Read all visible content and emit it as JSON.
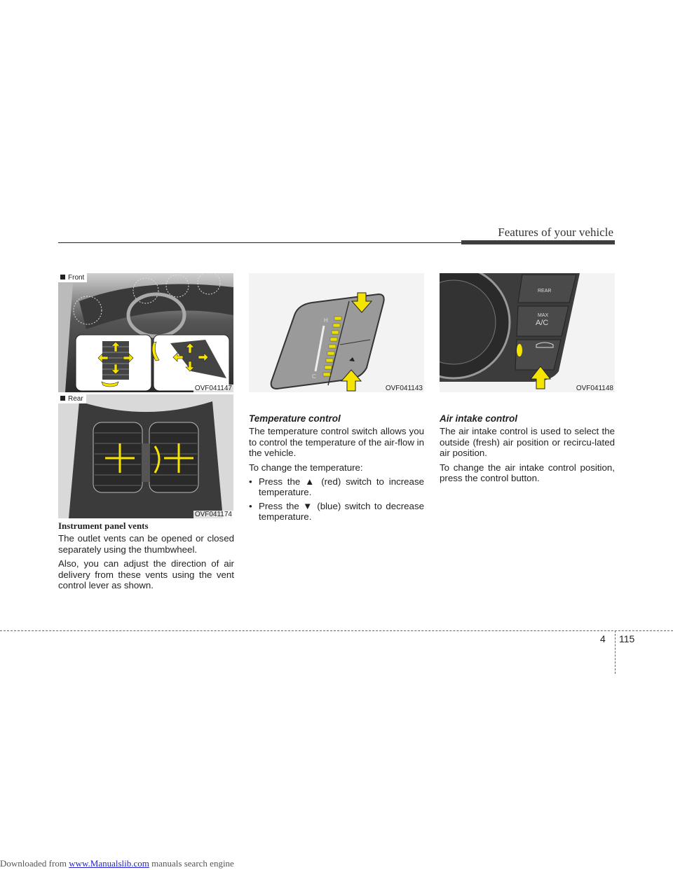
{
  "header": {
    "section_title": "Features of your vehicle"
  },
  "figures": {
    "front": {
      "tag": "Front",
      "code": "OVF041147"
    },
    "rear": {
      "tag": "Rear",
      "code": "OVF041174"
    },
    "temp": {
      "code": "OVF041143",
      "scale_top": "H",
      "scale_bottom": "C"
    },
    "intake": {
      "code": "OVF041148",
      "btn_rear": "REAR",
      "btn_max": "MAX",
      "btn_ac": "A/C"
    }
  },
  "col1": {
    "heading": "Instrument panel vents",
    "p1": "The outlet vents can be opened or closed separately using the thumbwheel.",
    "p2": "Also, you can adjust the direction of air delivery from these vents using the vent control lever as shown."
  },
  "col2": {
    "heading": "Temperature control",
    "p1": "The temperature control switch allows you to control the temperature of the air-flow in the vehicle.",
    "p2": "To change the temperature:",
    "bullets": [
      {
        "dot": "•",
        "text": "Press the ▲ (red) switch to increase temperature."
      },
      {
        "dot": "•",
        "text": "Press the ▼ (blue) switch to decrease temperature."
      }
    ]
  },
  "col3": {
    "heading": "Air intake control",
    "p1": "The air intake control is used to select the outside (fresh) air position or recircu-lated air position.",
    "p2": "To change the air intake control position, press the control button."
  },
  "page": {
    "chapter": "4",
    "number": "115"
  },
  "footer": {
    "prefix": "Downloaded from ",
    "link": "www.Manualslib.com",
    "suffix": " manuals search engine"
  },
  "colors": {
    "arrow_yellow": "#f5e400",
    "header_bar": "#3c3e40"
  }
}
